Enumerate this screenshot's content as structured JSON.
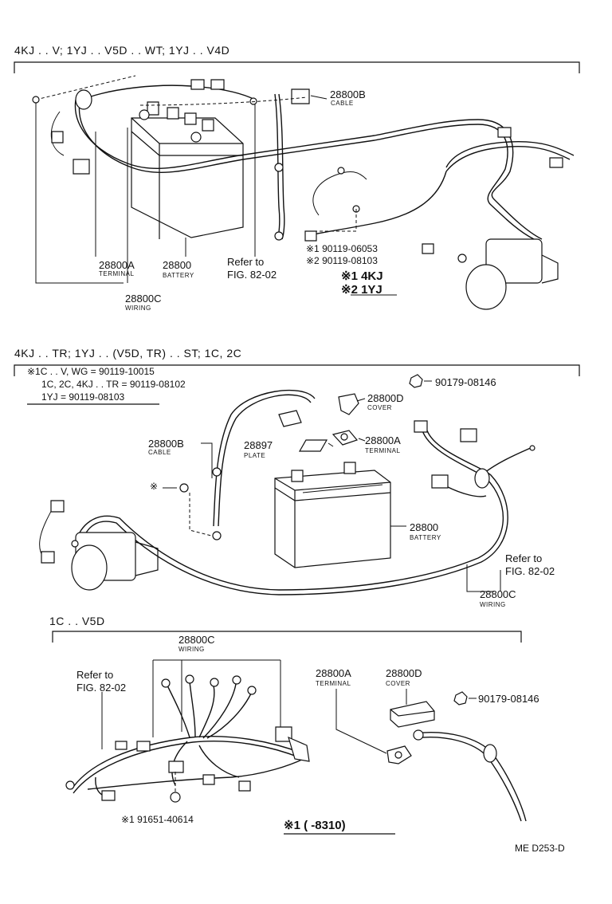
{
  "section1": {
    "header": "4KJ . . V; 1YJ . . V5D . . WT; 1YJ . . V4D",
    "cable_pn": "28800B",
    "cable_label": "CABLE",
    "terminal_pn": "28800A",
    "terminal_label": "TERMINAL",
    "battery_pn": "28800",
    "battery_label": "BATTERY",
    "refer_line1": "Refer to",
    "refer_line2": "FIG. 82-02",
    "wiring_pn": "28800C",
    "wiring_label": "WIRING",
    "bolt1": "※1 90119-06053",
    "bolt2": "※2 90119-08103",
    "legend1": "※1 4KJ",
    "legend2": "※2 1YJ"
  },
  "section2": {
    "header": "4KJ . . TR; 1YJ . . (V5D, TR) . . ST; 1C, 2C",
    "note1": "※1C . . V, WG = 90119-10015",
    "note2": "1C, 2C, 4KJ . . TR = 90119-08102",
    "note3": "1YJ = 90119-08103",
    "nut_pn": "90179-08146",
    "cover_pn": "28800D",
    "cover_label": "COVER",
    "cable_pn": "28800B",
    "cable_label": "CABLE",
    "plate_pn": "28897",
    "plate_label": "PLATE",
    "terminal_pn": "28800A",
    "terminal_label": "TERMINAL",
    "bolt_mark": "※",
    "battery_pn": "28800",
    "battery_label": "BATTERY",
    "refer_line1": "Refer to",
    "refer_line2": "FIG. 82-02",
    "wiring_pn": "28800C",
    "wiring_label": "WIRING"
  },
  "section3": {
    "header": "1C . . V5D",
    "wiring_pn": "28800C",
    "wiring_label": "WIRING",
    "refer_line1": "Refer to",
    "refer_line2": "FIG. 82-02",
    "terminal_pn": "28800A",
    "terminal_label": "TERMINAL",
    "cover_pn": "28800D",
    "cover_label": "COVER",
    "nut_pn": "90179-08146",
    "clip_pn": "※1 91651-40614",
    "legend": "※1 (      -8310)"
  },
  "footer": {
    "code": "ME  D253-D"
  }
}
